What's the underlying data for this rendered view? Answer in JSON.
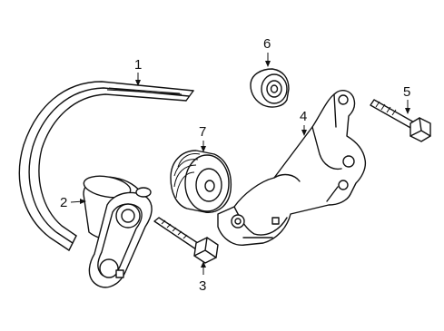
{
  "diagram": {
    "callouts": [
      {
        "id": "callout-1",
        "label": "1",
        "part": "drive-belt"
      },
      {
        "id": "callout-2",
        "label": "2",
        "part": "belt-tensioner"
      },
      {
        "id": "callout-3",
        "label": "3",
        "part": "tensioner-bolt"
      },
      {
        "id": "callout-4",
        "label": "4",
        "part": "mounting-bracket"
      },
      {
        "id": "callout-5",
        "label": "5",
        "part": "bracket-bolt"
      },
      {
        "id": "callout-6",
        "label": "6",
        "part": "idler-pulley-small"
      },
      {
        "id": "callout-7",
        "label": "7",
        "part": "idler-pulley-grooved"
      }
    ]
  }
}
